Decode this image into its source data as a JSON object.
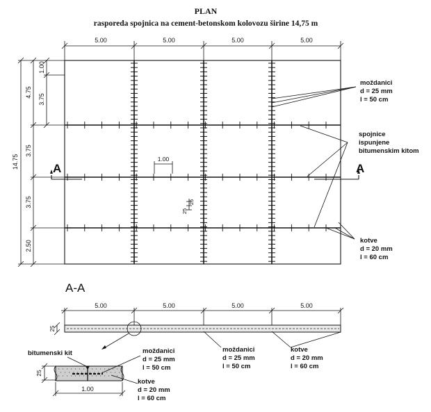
{
  "title": {
    "line1": "PLAN",
    "line2": "rasporeda spojnica na cement-betonskom kolovozu širine 14,75 m"
  },
  "plan": {
    "top_dims": [
      "5.00",
      "5.00",
      "5.00",
      "5.00"
    ],
    "left_dims_inner": [
      "1.00",
      "3.75"
    ],
    "left_dims_outer": [
      "4.75",
      "3.75",
      "3.75",
      "2.50"
    ],
    "total_width": "14.75",
    "center_dim": "1.00",
    "small_dim_a": "25",
    "small_dim_b": "25",
    "section_mark": "A",
    "callout_dowels": [
      "moždanici",
      "d = 25 mm",
      "l = 50 cm"
    ],
    "callout_joints": [
      "spojnice",
      "ispunjene",
      "bitumenskim kitom"
    ],
    "callout_anchors": [
      "kotve",
      "d = 20 mm",
      "l = 60 cm"
    ]
  },
  "section": {
    "title": "A-A",
    "dims": [
      "5.00",
      "5.00",
      "5.00",
      "5.00"
    ],
    "thickness": "25",
    "callout_dowels": [
      "moždanici",
      "d = 25 mm",
      "l = 50 cm"
    ],
    "callout_anchors": [
      "kotve",
      "d = 20 mm",
      "l = 60 cm"
    ]
  },
  "detail": {
    "bitumen_label": "bitumenski kit",
    "thickness": "25",
    "width": "1.00",
    "callout_dowels": [
      "moždanici",
      "d = 25 mm",
      "l = 50 cm"
    ],
    "callout_anchors": [
      "kotve",
      "d = 20 mm",
      "l = 60 cm"
    ]
  }
}
